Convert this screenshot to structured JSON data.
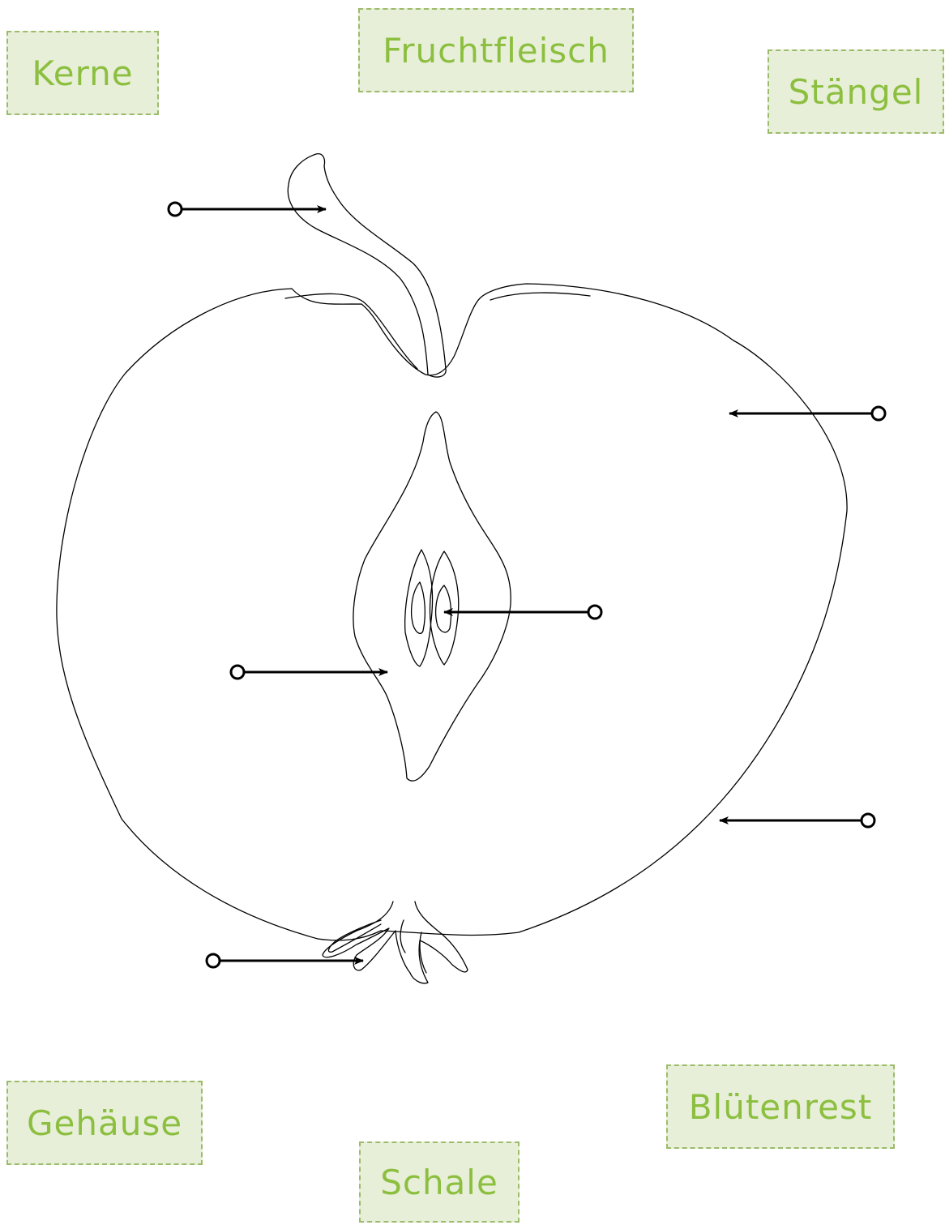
{
  "labels": {
    "kerne": "Kerne",
    "fruchtfleisch": "Fruchtfleisch",
    "staengel": "Stängel",
    "gehaeuse": "Gehäuse",
    "bluetenrest": "Blütenrest",
    "schale": "Schale"
  },
  "colors": {
    "label_fill": "#e8efd9",
    "label_border": "#9cbb6a",
    "label_text": "#8cbf3f",
    "outline": "#000000"
  }
}
